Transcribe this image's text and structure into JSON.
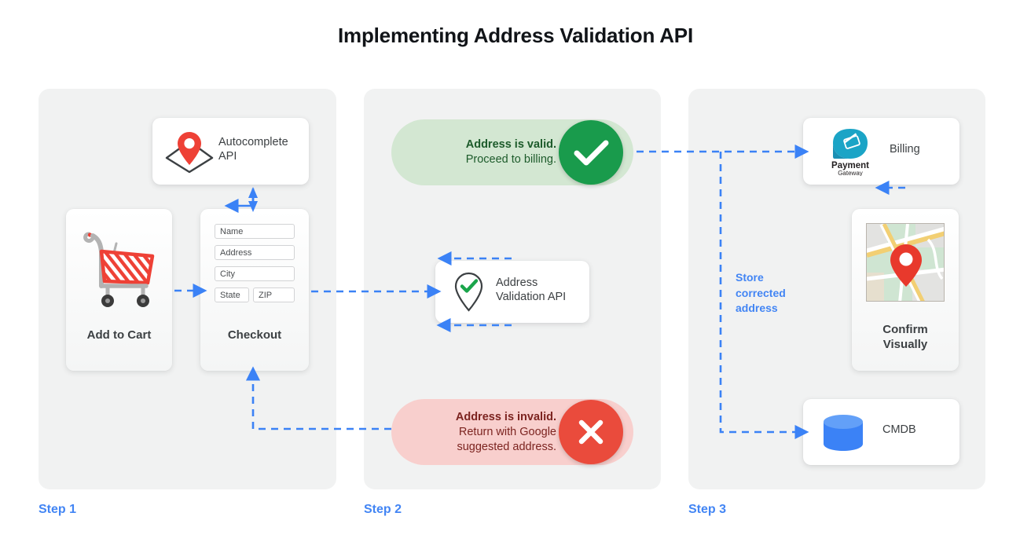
{
  "page": {
    "title": "Implementing Address Validation API",
    "accent_blue": "#4285f4",
    "panel_bg": "#f1f2f2",
    "valid_green_pill": "#d3e7d2",
    "valid_green_badge": "#199b4c",
    "invalid_red_pill": "#f8cfcd",
    "invalid_red_badge": "#ea4b3c"
  },
  "steps": [
    {
      "label": "Step 1"
    },
    {
      "label": "Step 2"
    },
    {
      "label": "Step 3"
    }
  ],
  "step1": {
    "autocomplete": {
      "label_line1": "Autocomplete",
      "label_line2": "API",
      "icon": "map-pin-diamond-icon"
    },
    "cart": {
      "caption": "Add to Cart",
      "icon": "shopping-cart-icon"
    },
    "checkout": {
      "caption": "Checkout",
      "fields": [
        {
          "name": "name-field",
          "placeholder": "Name"
        },
        {
          "name": "address-field",
          "placeholder": "Address"
        },
        {
          "name": "city-field",
          "placeholder": "City"
        },
        {
          "name": "state-field",
          "placeholder": "State"
        },
        {
          "name": "zip-field",
          "placeholder": "ZIP"
        }
      ]
    }
  },
  "step2": {
    "valid": {
      "headline": "Address is valid.",
      "detail": "Proceed to billing.",
      "badge_icon": "check-icon"
    },
    "invalid": {
      "headline": "Address is invalid.",
      "detail_line1": "Return with Google",
      "detail_line2": "suggested address.",
      "badge_icon": "close-icon"
    },
    "validation_api": {
      "label_line1": "Address",
      "label_line2": "Validation API",
      "icon": "pin-check-icon"
    }
  },
  "step3": {
    "billing": {
      "label": "Billing",
      "logo_line1": "Payment",
      "logo_line2": "Gateway",
      "icon": "payment-gateway-icon"
    },
    "confirm": {
      "caption_line1": "Confirm",
      "caption_line2": "Visually",
      "icon": "map-thumbnail-icon"
    },
    "cmdb": {
      "label": "CMDB",
      "icon": "database-icon"
    },
    "annotation": {
      "line1": "Store",
      "line2": "corrected",
      "line3": "address"
    }
  }
}
